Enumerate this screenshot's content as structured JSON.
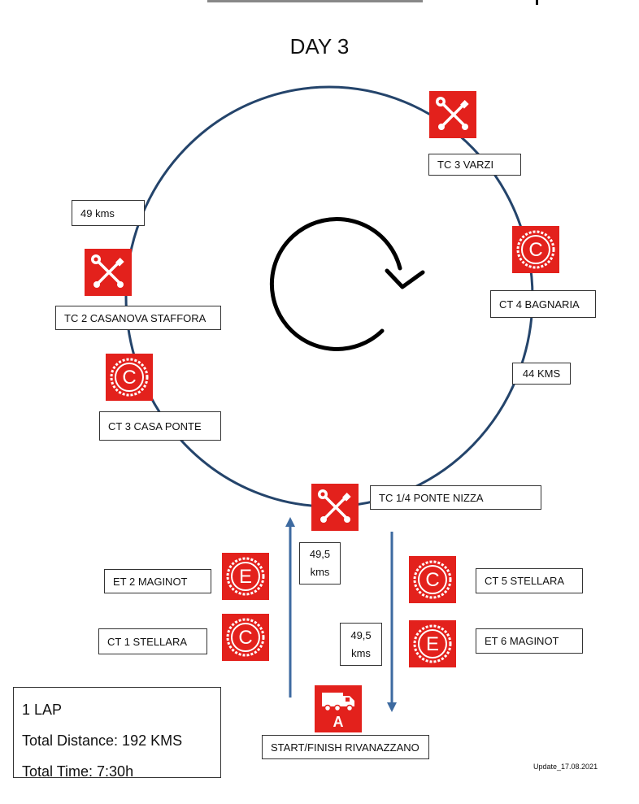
{
  "title": "DAY 3",
  "colors": {
    "route": "#24446b",
    "icon_bg": "#e3211c",
    "arrow": "#3d6aa0"
  },
  "icons": {
    "tc3": "service-wrench-icon",
    "ct4": "control-c-icon",
    "tc2": "service-wrench-icon",
    "ct3": "control-c-icon",
    "tc14": "service-wrench-icon",
    "et2": "stage-e-icon",
    "ct1": "control-c-icon",
    "ct5": "control-c-icon",
    "et6": "stage-e-icon",
    "start": "truck-a-icon"
  },
  "labels": {
    "tc3": "TC 3 VARZI",
    "ct4": "CT 4 BAGNARIA",
    "dist_right": "44 KMS",
    "dist_left": "49 kms",
    "tc2": "TC 2 CASANOVA STAFFORA",
    "ct3": "CT 3 CASA PONTE",
    "tc14": "TC 1/4 PONTE NIZZA",
    "dist_up_num": "49,5",
    "dist_up_unit": "kms",
    "dist_down_num": "49,5",
    "dist_down_unit": "kms",
    "et2": "ET 2 MAGINOT",
    "ct1": "CT 1 STELLARA",
    "ct5": "CT 5 STELLARA",
    "et6": "ET 6 MAGINOT",
    "start": "START/FINISH RIVANAZZANO"
  },
  "icon_letters": {
    "c": "C",
    "e": "E",
    "a": "A"
  },
  "summary": {
    "laps": "1 LAP",
    "distance": "Total Distance: 192 KMS",
    "time": "Total Time: 7:30h"
  },
  "update": "Update_17.08.2021"
}
